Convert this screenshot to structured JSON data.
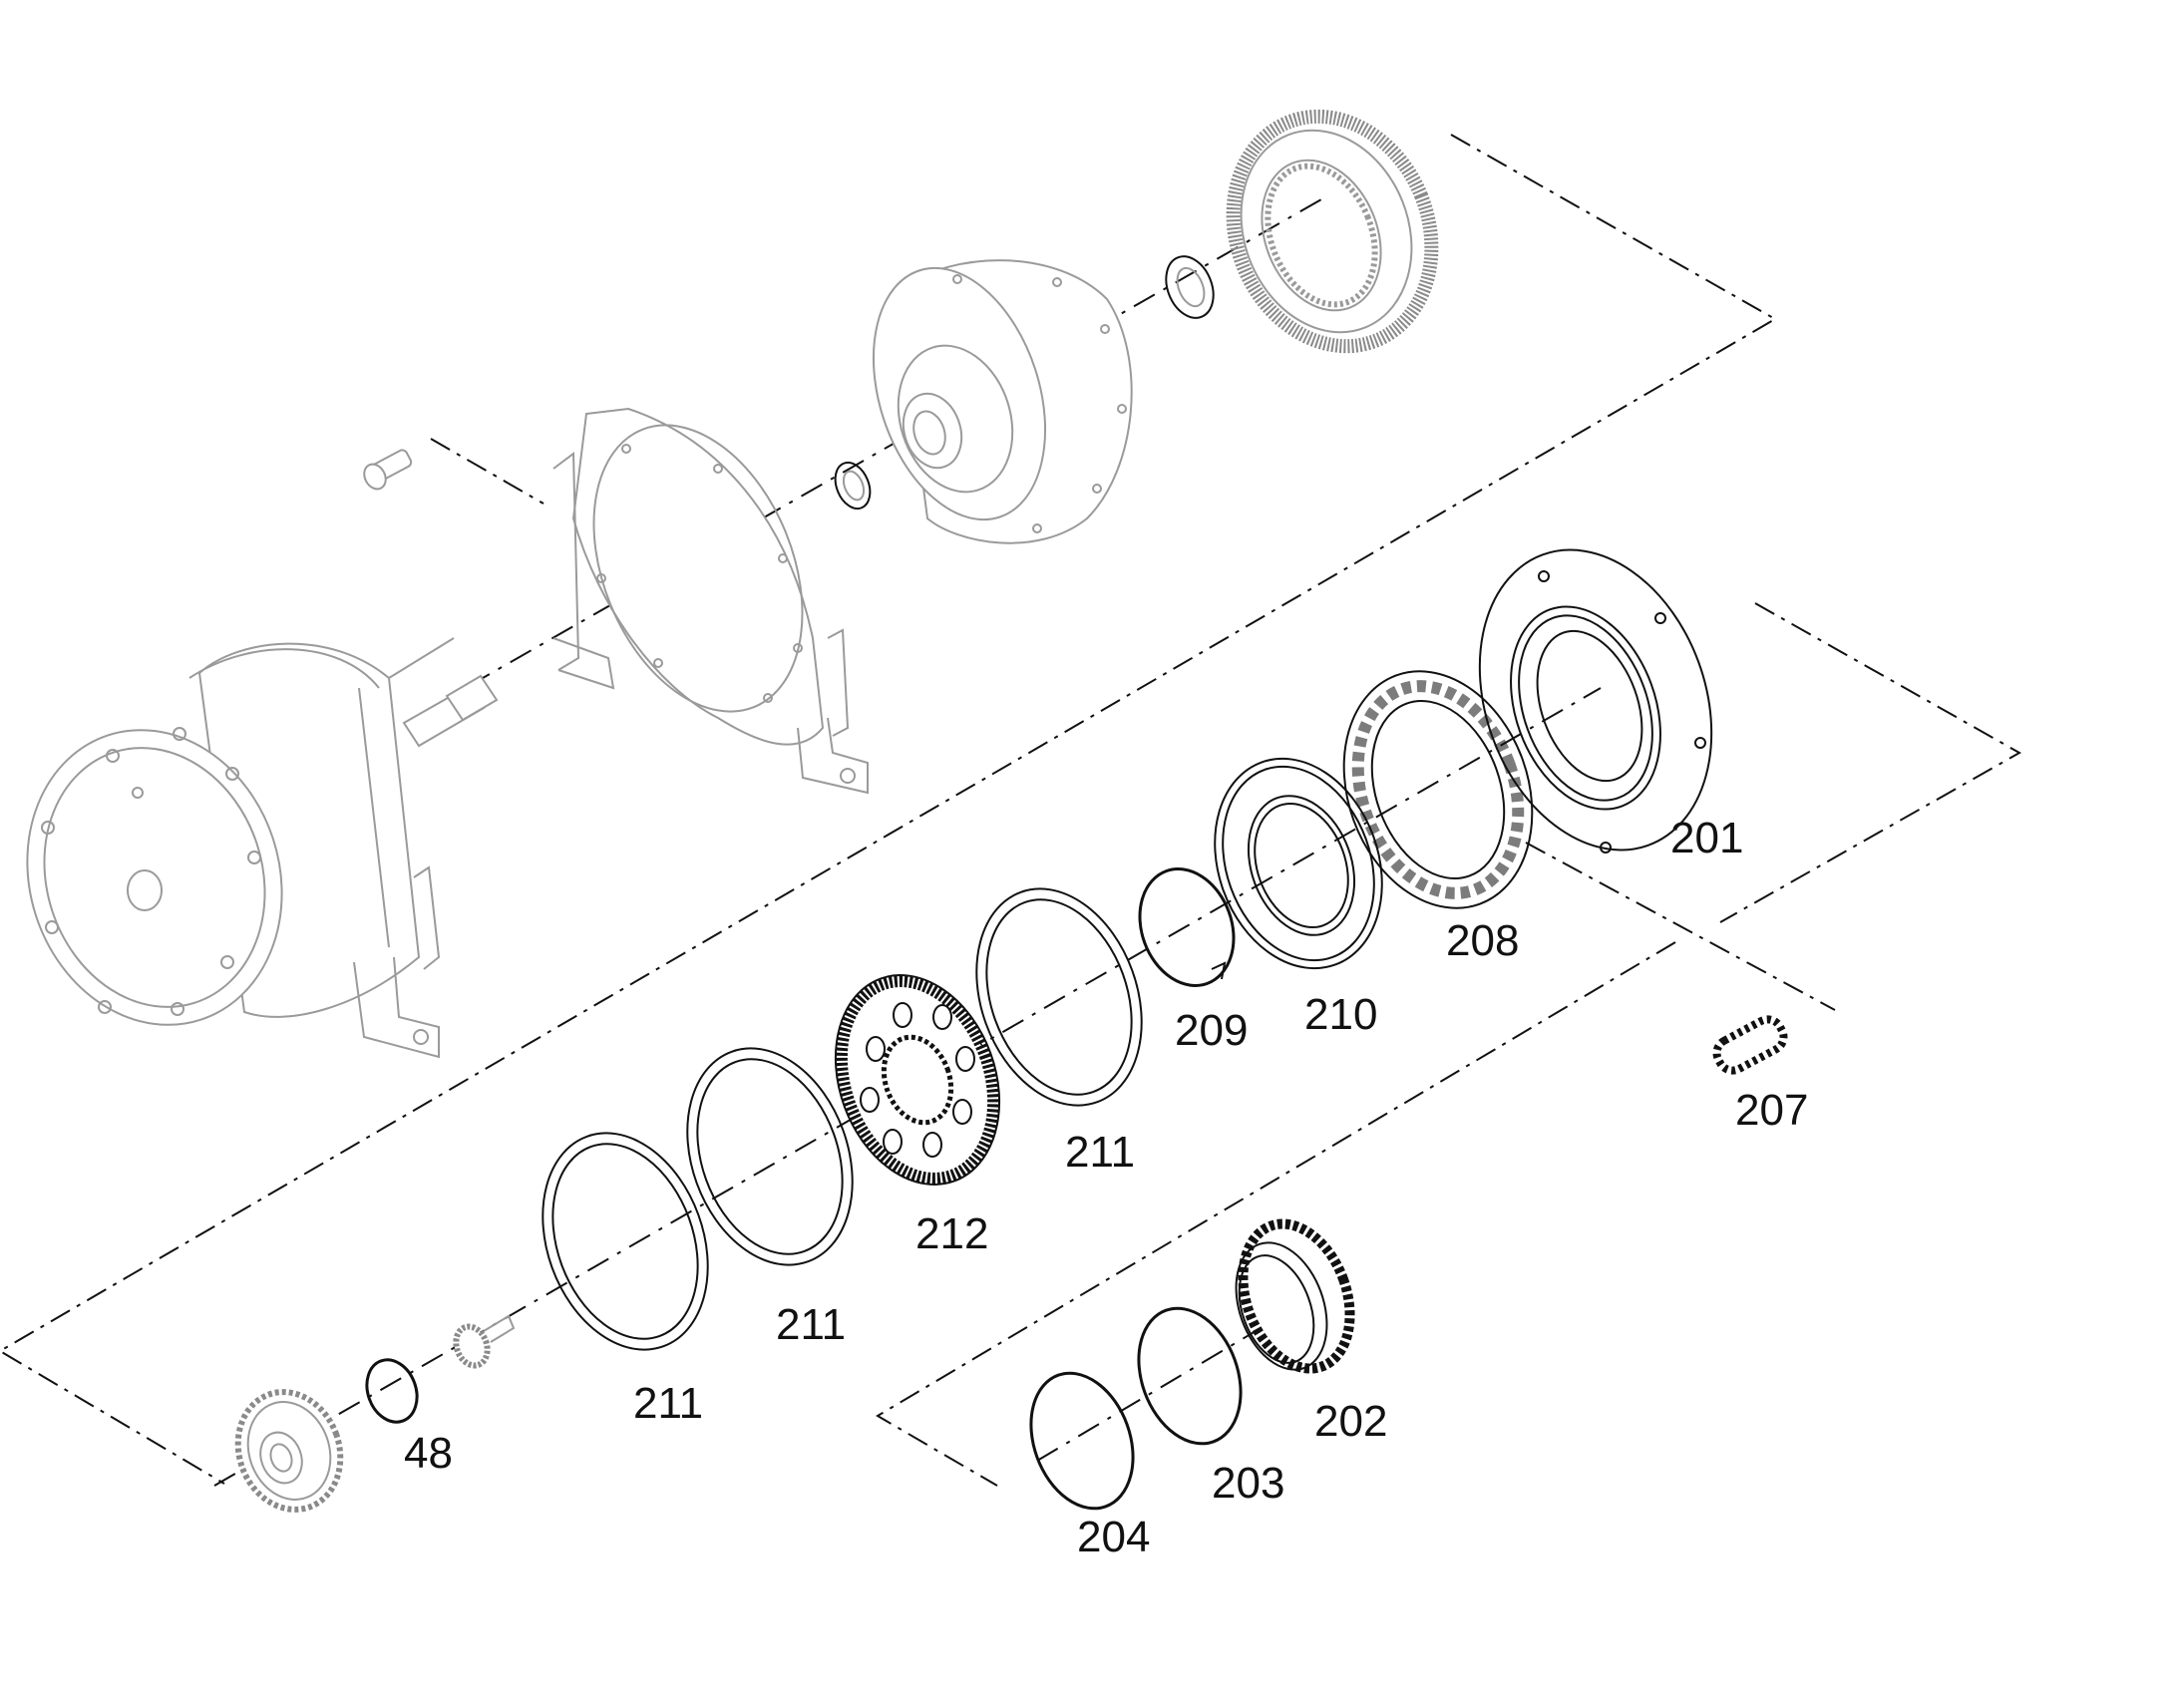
{
  "diagram": {
    "callouts": {
      "c201": "201",
      "c202": "202",
      "c203": "203",
      "c204": "204",
      "c207": "207",
      "c208": "208",
      "c209": "209",
      "c210": "210",
      "c211a": "211",
      "c211b": "211",
      "c211c": "211",
      "c212": "212",
      "c48": "48"
    }
  }
}
